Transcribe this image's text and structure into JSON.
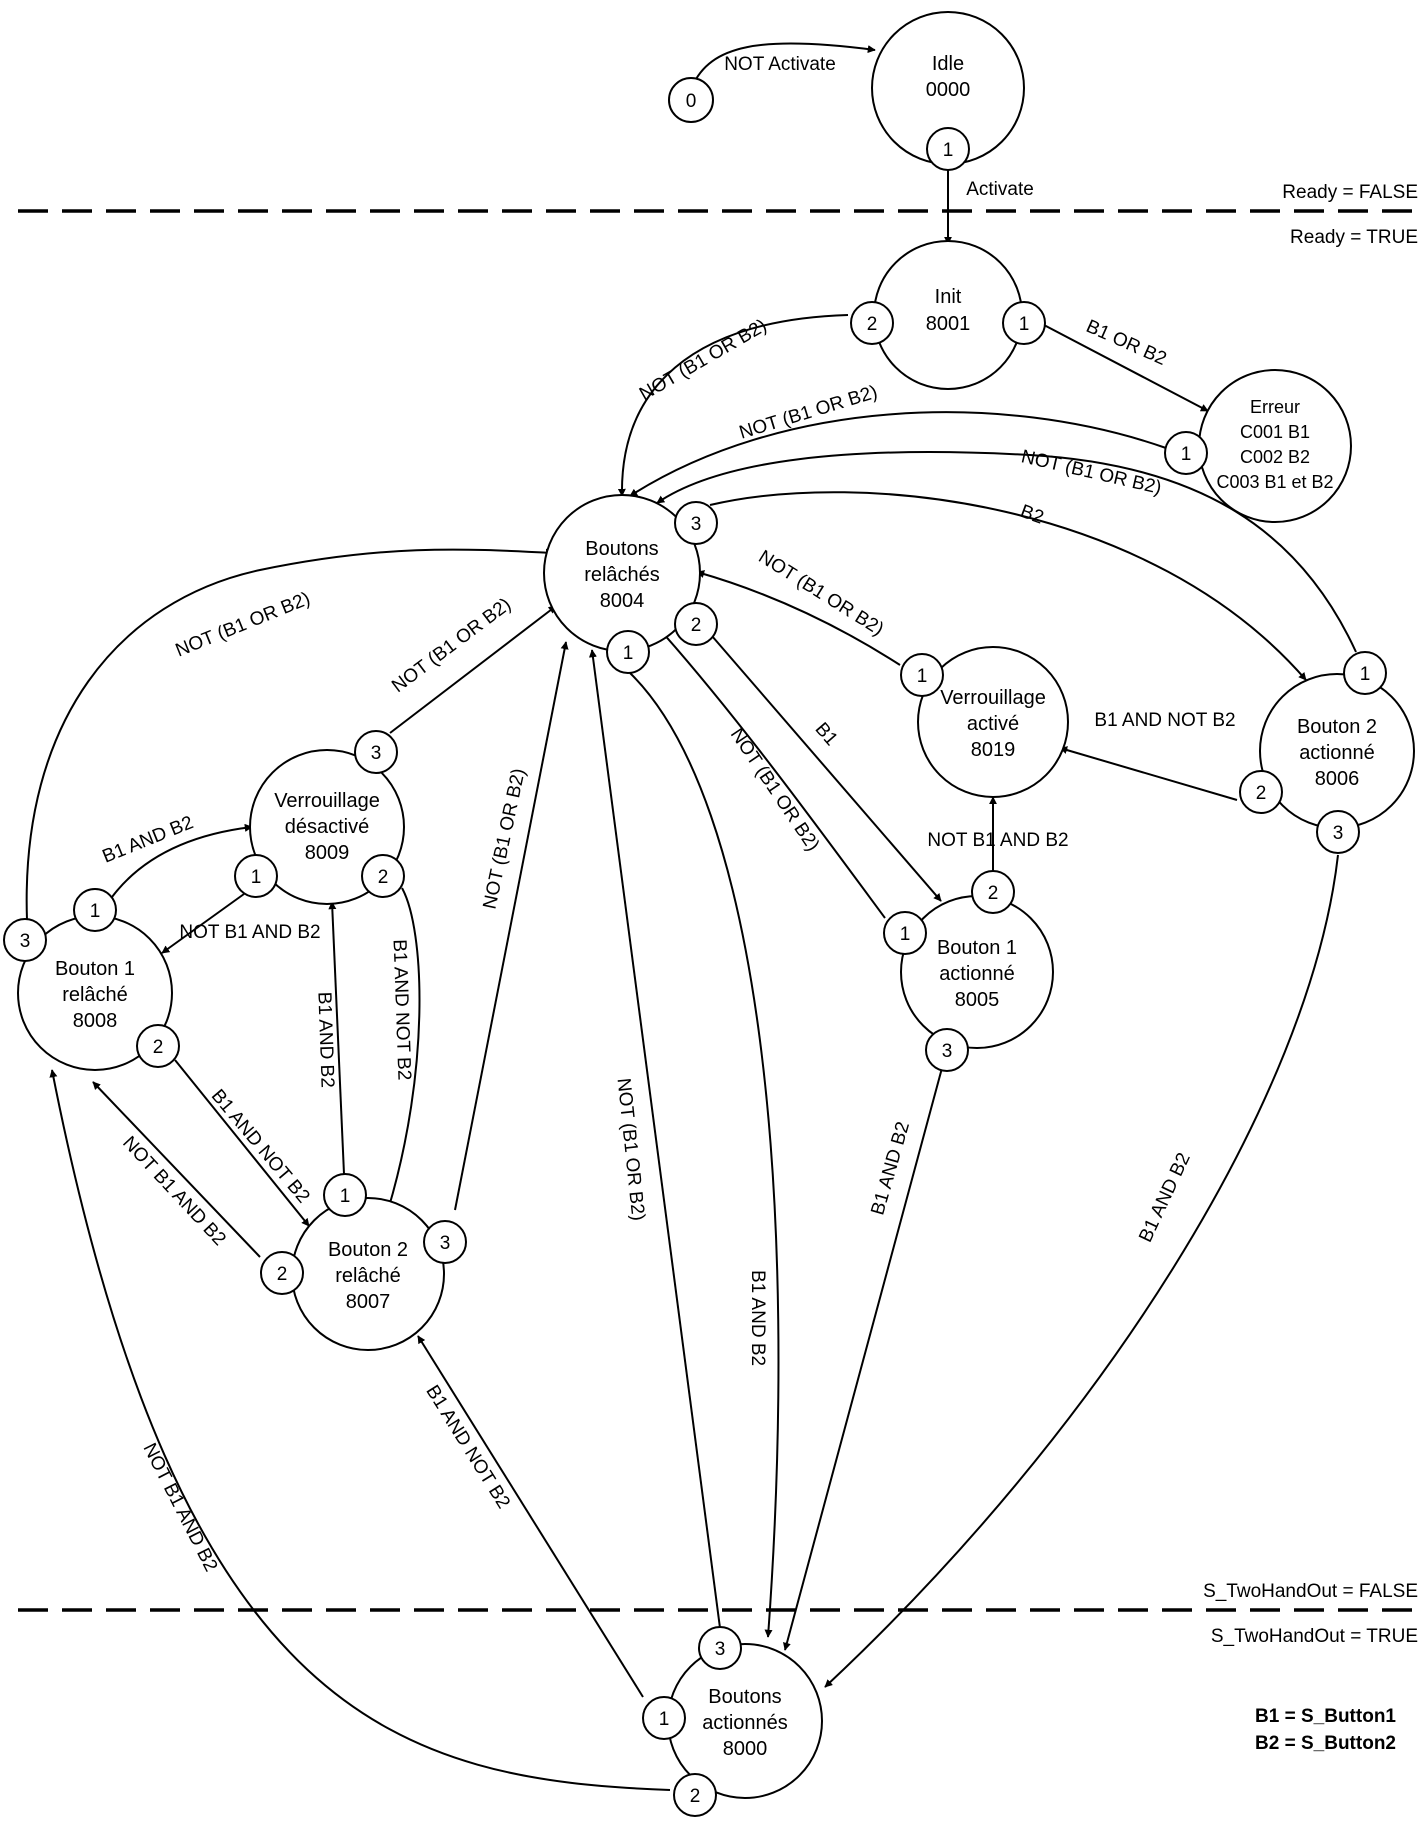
{
  "boundaries": {
    "ready_false": "Ready = FALSE",
    "ready_true": "Ready = TRUE",
    "out_false": "S_TwoHandOut = FALSE",
    "out_true": "S_TwoHandOut = TRUE"
  },
  "legend": {
    "b1": "B1 = S_Button1",
    "b2": "B2 = S_Button2"
  },
  "start_port": "0",
  "states": [
    {
      "id": "idle",
      "lines": [
        "Idle",
        "0000"
      ]
    },
    {
      "id": "init",
      "lines": [
        "Init",
        "8001"
      ]
    },
    {
      "id": "erreur",
      "lines": [
        "Erreur",
        "C001 B1",
        "C002 B2",
        "C003 B1 et B2"
      ]
    },
    {
      "id": "boutons-relaches",
      "lines": [
        "Boutons",
        "relâchés",
        "8004"
      ]
    },
    {
      "id": "verrouillage-active",
      "lines": [
        "Verrouillage",
        "activé",
        "8019"
      ]
    },
    {
      "id": "bouton2-actionne",
      "lines": [
        "Bouton 2",
        "actionné",
        "8006"
      ]
    },
    {
      "id": "verrouillage-desactive",
      "lines": [
        "Verrouillage",
        "désactivé",
        "8009"
      ]
    },
    {
      "id": "bouton1-relache",
      "lines": [
        "Bouton 1",
        "relâché",
        "8008"
      ]
    },
    {
      "id": "bouton1-actionne",
      "lines": [
        "Bouton 1",
        "actionné",
        "8005"
      ]
    },
    {
      "id": "bouton2-relache",
      "lines": [
        "Bouton 2",
        "relâché",
        "8007"
      ]
    },
    {
      "id": "boutons-actionnes",
      "lines": [
        "Boutons",
        "actionnés",
        "8000"
      ]
    }
  ],
  "ports": [
    {
      "state": "idle",
      "n": "1"
    },
    {
      "state": "init",
      "n": "2"
    },
    {
      "state": "init",
      "n": "1"
    },
    {
      "state": "erreur",
      "n": "1"
    },
    {
      "state": "boutons-relaches",
      "n": "3"
    },
    {
      "state": "boutons-relaches",
      "n": "2"
    },
    {
      "state": "boutons-relaches",
      "n": "1"
    },
    {
      "state": "verrouillage-active",
      "n": "1"
    },
    {
      "state": "bouton2-actionne",
      "n": "1"
    },
    {
      "state": "bouton2-actionne",
      "n": "2"
    },
    {
      "state": "bouton2-actionne",
      "n": "3"
    },
    {
      "state": "verrouillage-desactive",
      "n": "3"
    },
    {
      "state": "verrouillage-desactive",
      "n": "1"
    },
    {
      "state": "verrouillage-desactive",
      "n": "2"
    },
    {
      "state": "bouton1-relache",
      "n": "3"
    },
    {
      "state": "bouton1-relache",
      "n": "1"
    },
    {
      "state": "bouton1-relache",
      "n": "2"
    },
    {
      "state": "bouton1-actionne",
      "n": "2"
    },
    {
      "state": "bouton1-actionne",
      "n": "1"
    },
    {
      "state": "bouton1-actionne",
      "n": "3"
    },
    {
      "state": "bouton2-relache",
      "n": "1"
    },
    {
      "state": "bouton2-relache",
      "n": "3"
    },
    {
      "state": "bouton2-relache",
      "n": "2"
    },
    {
      "state": "boutons-actionnes",
      "n": "3"
    },
    {
      "state": "boutons-actionnes",
      "n": "1"
    },
    {
      "state": "boutons-actionnes",
      "n": "2"
    }
  ],
  "transitions": [
    {
      "from": "start",
      "to": "idle",
      "label": "NOT Activate"
    },
    {
      "from": "idle",
      "to": "init",
      "label": "Activate"
    },
    {
      "from": "init",
      "to": "erreur",
      "label": "B1 OR B2"
    },
    {
      "from": "init",
      "to": "boutons-relaches",
      "label": "NOT (B1 OR B2)"
    },
    {
      "from": "erreur",
      "to": "boutons-relaches",
      "label": "NOT (B1 OR B2)"
    },
    {
      "from": "bouton2-actionne",
      "to": "boutons-relaches",
      "label": "NOT (B1 OR B2)"
    },
    {
      "from": "boutons-relaches",
      "to": "bouton2-actionne",
      "label": "B2"
    },
    {
      "from": "verrouillage-active",
      "to": "boutons-relaches",
      "label": "NOT (B1 OR B2)"
    },
    {
      "from": "boutons-relaches",
      "to": "bouton1-actionne",
      "label": "B1"
    },
    {
      "from": "bouton1-actionne",
      "to": "boutons-relaches",
      "label": "NOT (B1 OR B2)"
    },
    {
      "from": "bouton2-actionne",
      "to": "verrouillage-active",
      "label": "B1 AND NOT B2"
    },
    {
      "from": "bouton1-actionne",
      "to": "verrouillage-active",
      "label": "NOT B1 AND B2"
    },
    {
      "from": "bouton1-relache",
      "to": "boutons-relaches",
      "label": "NOT (B1 OR B2)"
    },
    {
      "from": "verrouillage-desactive",
      "to": "boutons-relaches",
      "label": "NOT (B1 OR B2)"
    },
    {
      "from": "bouton1-relache",
      "to": "verrouillage-desactive",
      "label": "B1 AND B2"
    },
    {
      "from": "verrouillage-desactive",
      "to": "bouton1-relache",
      "label": "NOT B1 AND B2"
    },
    {
      "from": "bouton2-relache",
      "to": "verrouillage-desactive",
      "label": "B1 AND B2"
    },
    {
      "from": "verrouillage-desactive",
      "to": "bouton2-relache",
      "label": "B1 AND NOT B2"
    },
    {
      "from": "bouton1-relache",
      "to": "bouton2-relache",
      "label": "B1 AND NOT B2"
    },
    {
      "from": "bouton2-relache",
      "to": "bouton1-relache",
      "label": "NOT B1 AND B2"
    },
    {
      "from": "bouton2-relache",
      "to": "boutons-relaches",
      "label": "NOT (B1 OR B2)"
    },
    {
      "from": "boutons-actionnes",
      "to": "boutons-relaches",
      "label": "NOT (B1 OR B2)"
    },
    {
      "from": "boutons-relaches",
      "to": "boutons-actionnes",
      "label": "B1 AND B2"
    },
    {
      "from": "bouton1-actionne",
      "to": "boutons-actionnes",
      "label": "B1 AND B2"
    },
    {
      "from": "bouton2-actionne",
      "to": "boutons-actionnes",
      "label": "B1 AND B2"
    },
    {
      "from": "boutons-actionnes",
      "to": "bouton2-relache",
      "label": "B1 AND NOT B2"
    },
    {
      "from": "boutons-actionnes",
      "to": "bouton1-relache",
      "label": "NOT B1 AND B2"
    }
  ]
}
